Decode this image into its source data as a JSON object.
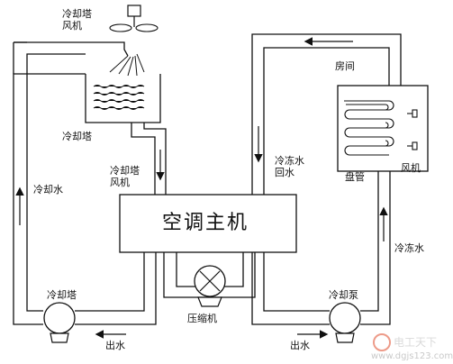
{
  "labels": {
    "cooling_tower_fan_top": "冷却塔\n风机",
    "cooling_tower": "冷却塔",
    "cooling_tower_fan_mid": "冷却塔\n风机",
    "cooling_water": "冷却水",
    "main_unit": "空调主机",
    "chilled_return": "冷冻水\n回水",
    "room": "房间",
    "fan_coil": "盘管",
    "fan": "风机",
    "chilled_water": "冷冻水",
    "cooling_pump": "冷却塔",
    "compressor": "压缩机",
    "chilled_pump": "冷却泵",
    "outlet_left": "出水",
    "outlet_right": "出水"
  },
  "watermark": "www.dgjs123.com",
  "colors": {
    "line": "#111111",
    "watermark": "#cfcfcf",
    "accent_logo": "#e04a2a"
  }
}
